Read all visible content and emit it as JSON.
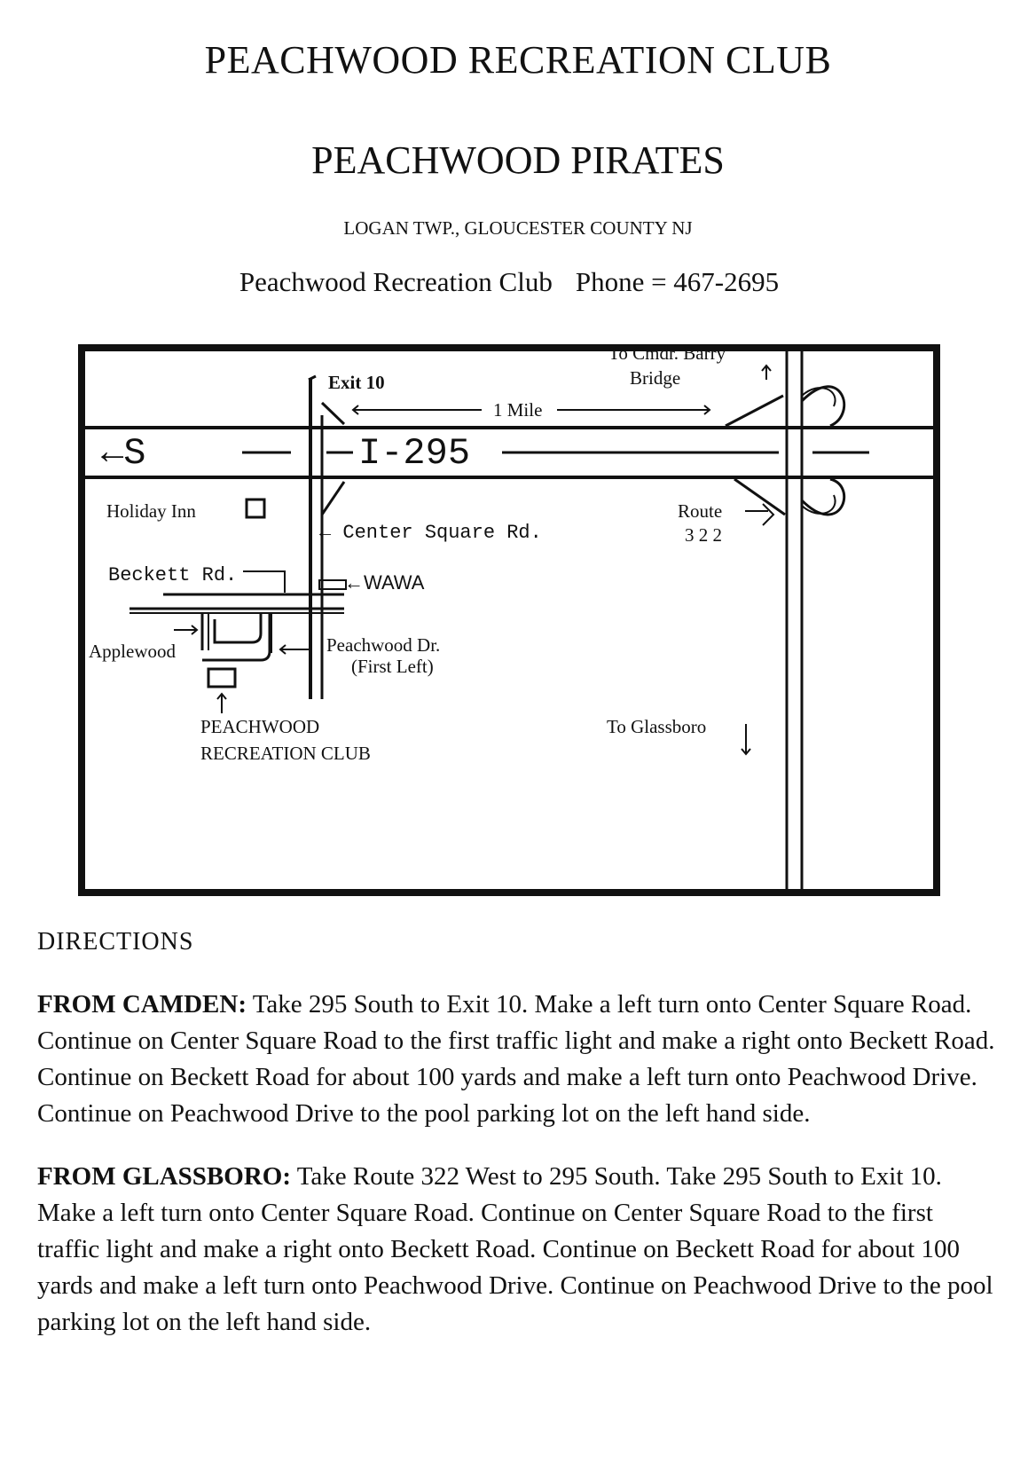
{
  "header": {
    "title": "PEACHWOOD RECREATION CLUB",
    "subtitle": "PEACHWOOD PIRATES",
    "location": "LOGAN TWP., GLOUCESTER COUNTY NJ",
    "phone_label": "Peachwood Recreation Club",
    "phone_text": "Phone =  467-2695"
  },
  "map": {
    "highway": "I-295",
    "direction_left": "←S",
    "exit": "Exit 10",
    "distance": "1 Mile",
    "bridge_line1": "To Cmdr. Barry",
    "bridge_line2": "Bridge",
    "holiday_inn": "Holiday Inn",
    "center_square": "← Center Square Rd.",
    "route_line1": "Route",
    "route_line2": "3 2 2",
    "beckett": "Beckett Rd.",
    "wawa": "←WAWA",
    "applewood": "Applewood",
    "peachwood_dr": "Peachwood Dr.",
    "first_left": "(First Left)",
    "club_line1": "PEACHWOOD",
    "club_line2": "RECREATION CLUB",
    "glassboro": "To Glassboro"
  },
  "directions": {
    "heading": "DIRECTIONS",
    "camden_label": "FROM CAMDEN:",
    "camden_text": "Take 295 South to Exit 10. Make a left turn onto Center Square Road.  Continue on Center Square Road to the first traffic light and make a right onto Beckett Road. Continue on Beckett Road for about 100 yards and make a left turn onto Peachwood Drive.  Continue on Peachwood Drive to the pool parking lot on the left hand side.",
    "glassboro_label": "FROM GLASSBORO:",
    "glassboro_text": "Take Route 322 West to 295 South. Take 295 South to Exit 10. Make a left turn onto Center Square Road.  Continue on Center Square Road to the first traffic light and make a right onto Beckett Road. Continue on Beckett Road for about 100 yards and make a left turn onto Peachwood Drive.  Continue on Peachwood Drive to the pool parking lot on the left hand side."
  }
}
